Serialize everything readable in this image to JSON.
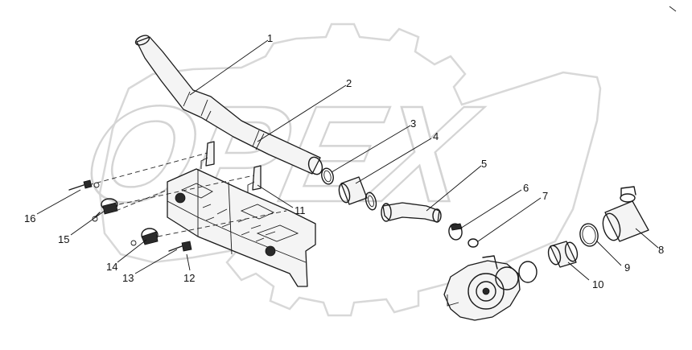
{
  "watermark": {
    "text": "OPEX"
  },
  "callouts": [
    {
      "id": "1",
      "label": "1"
    },
    {
      "id": "2",
      "label": "2"
    },
    {
      "id": "3",
      "label": "3"
    },
    {
      "id": "4",
      "label": "4"
    },
    {
      "id": "5",
      "label": "5"
    },
    {
      "id": "6",
      "label": "6"
    },
    {
      "id": "7",
      "label": "7"
    },
    {
      "id": "8",
      "label": "8"
    },
    {
      "id": "9",
      "label": "9"
    },
    {
      "id": "10",
      "label": "10"
    },
    {
      "id": "11",
      "label": "11"
    },
    {
      "id": "12",
      "label": "12"
    },
    {
      "id": "13",
      "label": "13"
    },
    {
      "id": "14",
      "label": "14"
    },
    {
      "id": "15",
      "label": "15"
    },
    {
      "id": "16",
      "label": "16"
    }
  ]
}
